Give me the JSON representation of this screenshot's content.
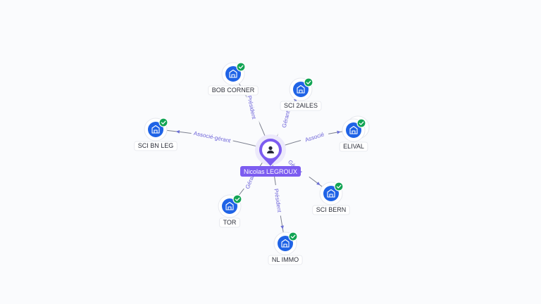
{
  "center": {
    "name": "Nicolas LEGROUX",
    "icon": "person-icon",
    "color": "#7c5cf0"
  },
  "companies": [
    {
      "id": "bob-corner",
      "name": "BOB CORNER",
      "relation": "Président",
      "icon": "building-icon",
      "status": "verified-check-icon"
    },
    {
      "id": "sci-2ailes",
      "name": "SCI 2AILES",
      "relation": "Gérant",
      "icon": "building-icon",
      "status": "verified-check-icon"
    },
    {
      "id": "elival",
      "name": "ELIVAL",
      "relation": "Associé",
      "icon": "building-icon",
      "status": "verified-check-icon"
    },
    {
      "id": "sci-bern",
      "name": "SCI BERN",
      "relation": "Gérant",
      "icon": "building-icon",
      "status": "verified-check-icon"
    },
    {
      "id": "nl-immo",
      "name": "NL IMMO",
      "relation": "Président",
      "icon": "building-icon",
      "status": "verified-check-icon"
    },
    {
      "id": "tor",
      "name": "TOR",
      "relation": "Gérant",
      "icon": "building-icon",
      "status": "verified-check-icon"
    },
    {
      "id": "sci-bn-leg",
      "name": "SCI BN LEG",
      "relation": "Associé-gérant",
      "icon": "building-icon",
      "status": "verified-check-icon"
    }
  ],
  "colors": {
    "company": "#1f63e6",
    "check": "#12a454",
    "edge_label": "#6d63d9"
  }
}
